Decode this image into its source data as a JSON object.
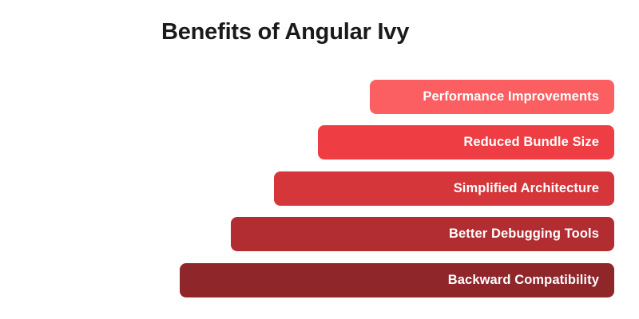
{
  "header": {
    "title": "Benefits of Angular Ivy",
    "title_color": "#1a1a1a"
  },
  "chart_data": {
    "type": "bar",
    "subtype": "funnel-cascade",
    "orientation": "horizontal",
    "alignment": "right",
    "title": "Benefits of Angular Ivy",
    "categories": [
      "Performance Improvements",
      "Reduced Bundle Size",
      "Simplified Architecture",
      "Better Debugging Tools",
      "Backward Compatibility"
    ],
    "values": [
      306,
      371,
      426,
      480,
      544
    ],
    "value_unit": "bar-length-px",
    "colors": [
      "#FC5F62",
      "#EE3D43",
      "#D53639",
      "#B22D31",
      "#8F262A"
    ],
    "label_color": "#ffffff",
    "background": "#ffffff",
    "xlabel": "",
    "ylabel": "",
    "axes": "none",
    "grid": false,
    "legend": "none"
  }
}
